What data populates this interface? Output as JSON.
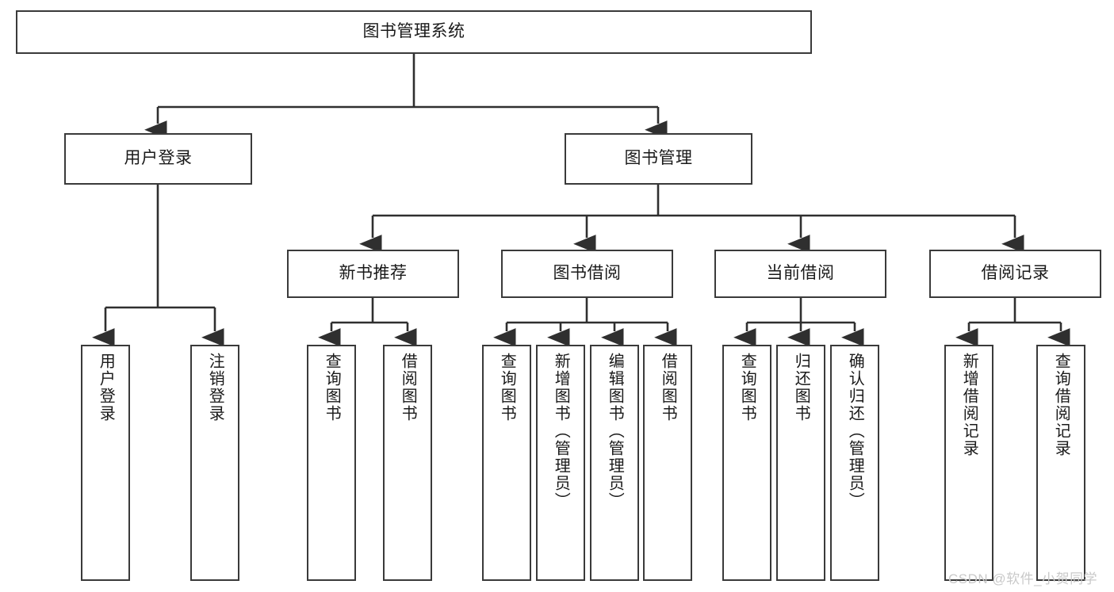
{
  "diagram": {
    "title": "图书管理系统",
    "type": "tree",
    "root": {
      "label": "图书管理系统"
    },
    "level2": [
      {
        "label": "用户登录"
      },
      {
        "label": "图书管理"
      }
    ],
    "level3": [
      {
        "label": "新书推荐"
      },
      {
        "label": "图书借阅"
      },
      {
        "label": "当前借阅"
      },
      {
        "label": "借阅记录"
      }
    ],
    "leaves_user_login": [
      {
        "label": "用户登录"
      },
      {
        "label": "注销登录"
      }
    ],
    "leaves_new_book": [
      {
        "label": "查询图书"
      },
      {
        "label": "借阅图书"
      }
    ],
    "leaves_book_borrow": [
      {
        "label": "查询图书"
      },
      {
        "label": "新增图书（管理员）"
      },
      {
        "label": "编辑图书（管理员）"
      },
      {
        "label": "借阅图书"
      }
    ],
    "leaves_current_borrow": [
      {
        "label": "查询图书"
      },
      {
        "label": "归还图书"
      },
      {
        "label": "确认归还（管理员）"
      }
    ],
    "leaves_borrow_record": [
      {
        "label": "新增借阅记录"
      },
      {
        "label": "查询借阅记录"
      }
    ],
    "watermark": "CSDN @软件_小贺同学",
    "colors": {
      "border": "#3a3a3a",
      "text": "#1a1a1a",
      "background": "#ffffff",
      "watermark": "#c9c9c9"
    }
  }
}
